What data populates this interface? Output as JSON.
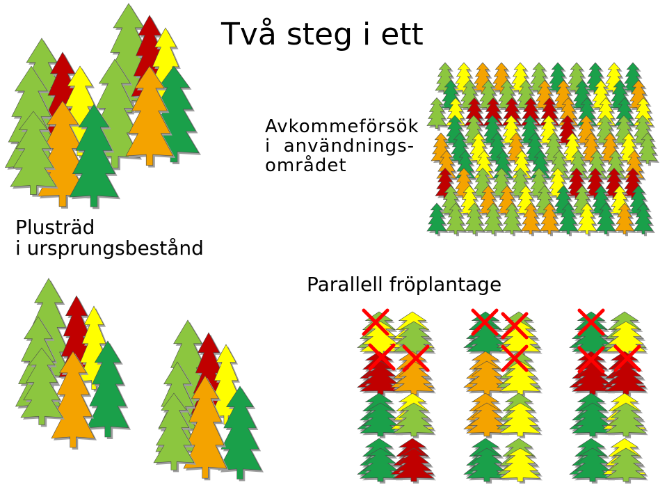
{
  "title": "Två steg i ett",
  "labels": {
    "plustrad": [
      "Plusträd",
      "i ursprungsbestånd"
    ],
    "avkommeforsok": [
      "Avkommeförsök",
      "i  användnings-",
      "området"
    ],
    "parallell": "Parallell fröplantage"
  },
  "colors": {
    "light_green": "#8cc63f",
    "dark_green": "#1aa04a",
    "orange": "#f4a300",
    "yellow": "#ffff00",
    "red": "#c00000",
    "cross": "#ff0000"
  }
}
